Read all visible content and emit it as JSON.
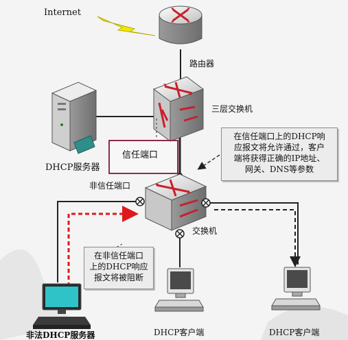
{
  "labels": {
    "internet": "Internet",
    "router": "路由器",
    "l3_switch": "三层交换机",
    "dhcp_server": "DHCP服务器",
    "trusted_port": "信任端口",
    "untrusted_port": "非信任端口",
    "switch": "交换机",
    "rogue_dhcp_server": "非法DHCP服务器",
    "dhcp_client_1": "DHCP客户端",
    "dhcp_client_2": "DHCP客户端"
  },
  "notes": {
    "trusted_note": [
      "在信任端口上的DHCP响",
      "应报文将允许通过，客户",
      "端将获得正确的IP地址、",
      "网关、DNS等参数"
    ],
    "untrusted_note": [
      "在非信任端口",
      "上的DHCP响应",
      "报文将被阻断"
    ]
  },
  "colors": {
    "trusted_box_border": "#8e2c47",
    "dhcp_attack_path": "#e0181c",
    "lightning": "#f2e600",
    "device_gray": "#a9a9a9",
    "arrow_red": "#c8202a"
  },
  "icons": {
    "router": "router-icon",
    "l3_switch": "layer3-switch-icon",
    "access_switch": "switch-icon",
    "server": "server-icon",
    "rogue_server": "computer-icon",
    "client": "computer-icon",
    "blocked_port": "blocked-port-icon",
    "link": "lightning-bolt-icon"
  }
}
